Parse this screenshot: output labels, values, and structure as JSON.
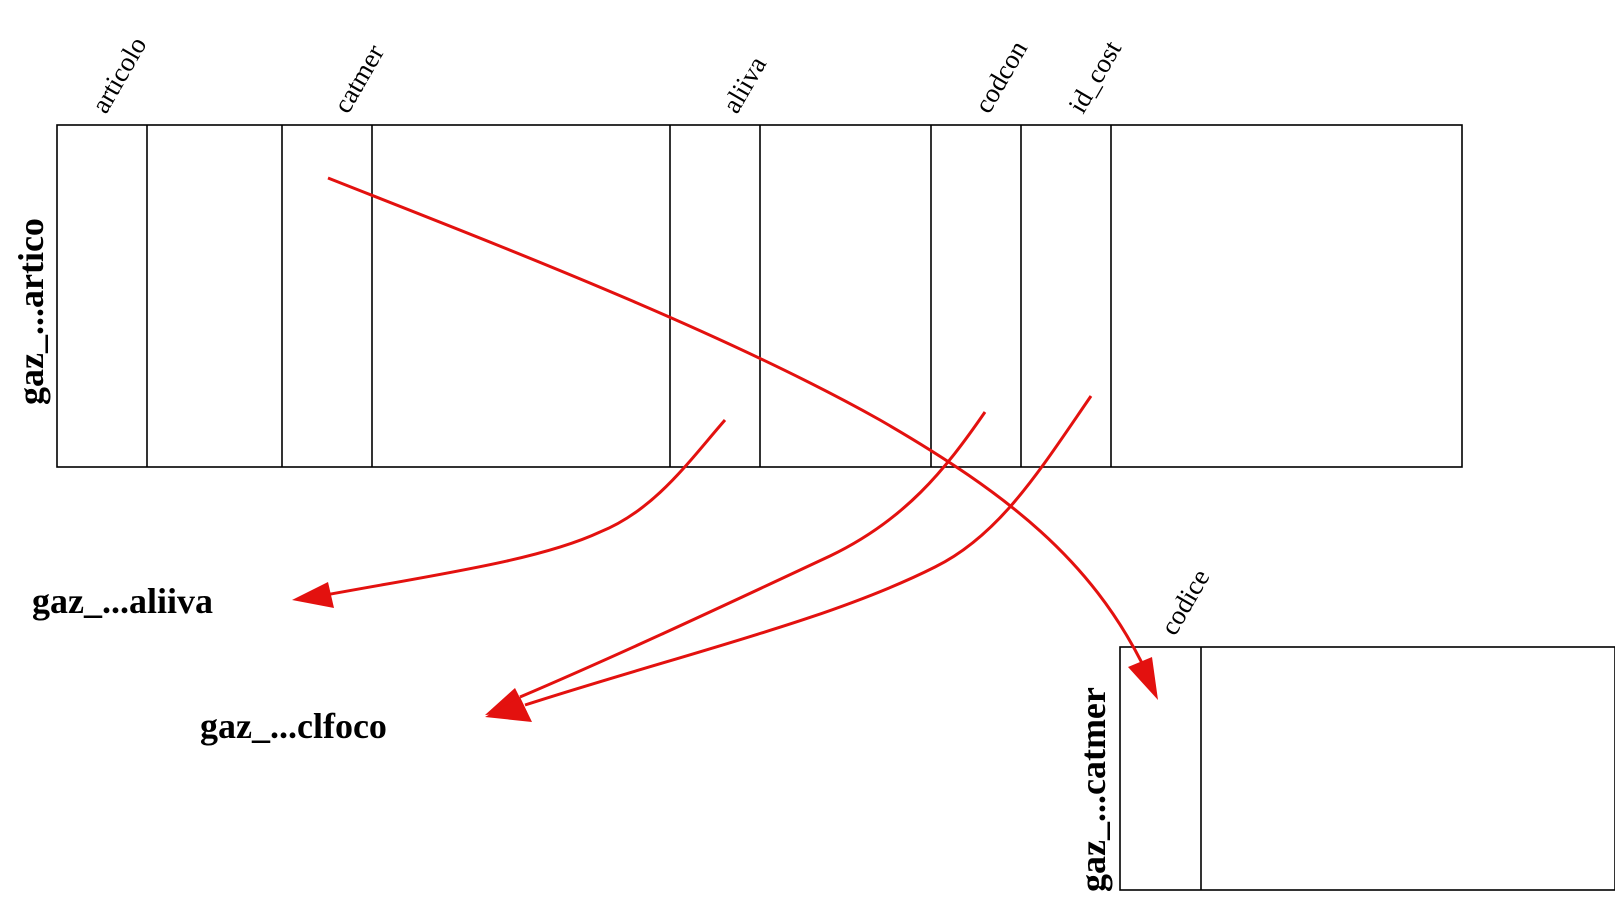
{
  "tables": {
    "artico": {
      "title": "gaz_...artico",
      "columns": {
        "articolo": "articolo",
        "catmer": "catmer",
        "aliiva": "aliiva",
        "codcon": "codcon",
        "id_cost": "id_cost"
      }
    },
    "catmer": {
      "title": "gaz_...catmer",
      "columns": {
        "codice": "codice"
      }
    }
  },
  "external_tables": {
    "aliiva": "gaz_...aliiva",
    "clfoco": "gaz_...clfoco"
  },
  "relations": [
    {
      "from": "catmer",
      "to": "gaz_...catmer.codice"
    },
    {
      "from": "aliiva",
      "to": "gaz_...aliiva"
    },
    {
      "from": "codcon",
      "to": "gaz_...clfoco"
    },
    {
      "from": "id_cost",
      "to": "gaz_...clfoco"
    }
  ],
  "colors": {
    "relation_line": "#e3110f",
    "table_border": "#000000"
  }
}
